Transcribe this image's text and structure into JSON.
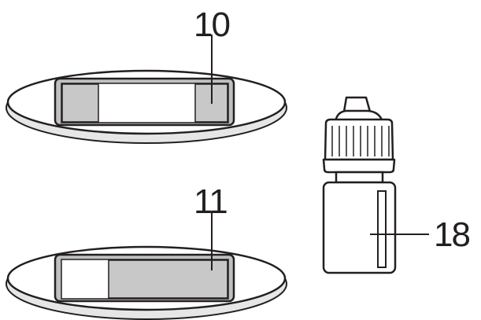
{
  "figure": {
    "labels": {
      "upper_cartridge": "10",
      "lower_cartridge": "11",
      "bottle": "18"
    }
  },
  "colors": {
    "line": "#231f20",
    "fill_white": "#ffffff",
    "shadow": "#e6e6e6",
    "pad_grey": "#c8c8c8",
    "window_border": "#c0c0c0"
  }
}
